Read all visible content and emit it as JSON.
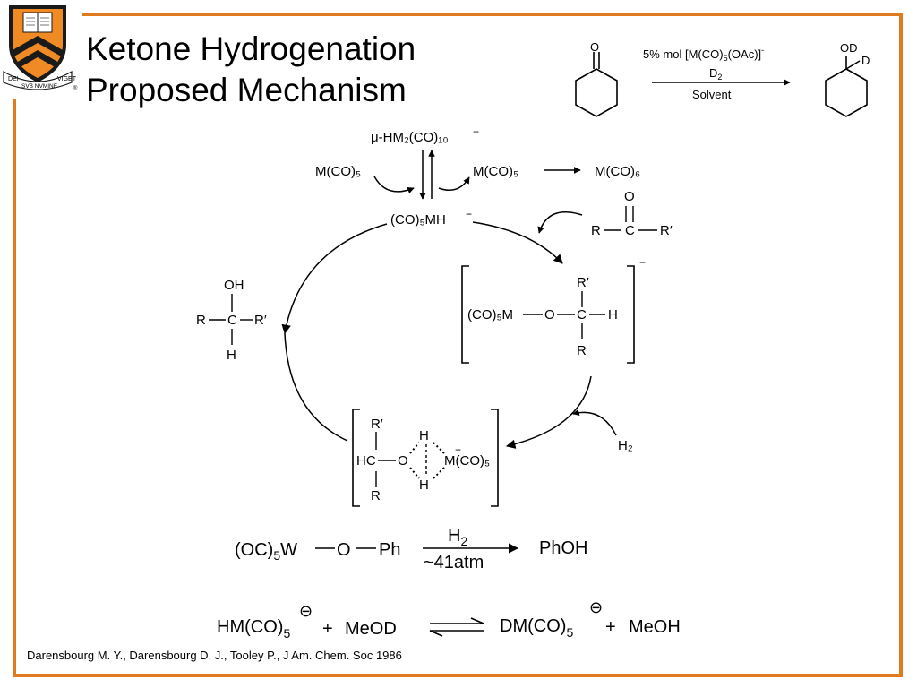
{
  "slide": {
    "title_line1": "Ketone Hydrogenation",
    "title_line2": "Proposed Mechanism",
    "citation": "Darensbourg M. Y., Darensbourg D. J., Tooley P., J Am. Chem. Soc 1986",
    "accent_color": "#e07a1f",
    "logo_color": "#f08a24"
  },
  "logo": {
    "banner_left": "DEI",
    "banner_center": "SVB NVMINE",
    "banner_right": "VIGET",
    "registered": "®",
    "book_text": "VET NOV TESTAMENTVM"
  },
  "top_reaction": {
    "reactant_label": "O",
    "reagent_text": "5% mol [M(CO)",
    "reagent_sub": "5",
    "reagent_end": "(OAc)]",
    "reagent_sup": "-",
    "d2_text": "D",
    "d2_sub": "2",
    "solvent": "Solvent",
    "product_od": "OD",
    "product_d": "D"
  },
  "cycle": {
    "dimer": "μ-HM₂(CO)₁₀",
    "dimer_charge": "−",
    "m_co5_left": "M(CO)₅",
    "m_co5_right": "M(CO)₅",
    "m_co6": "M(CO)₆",
    "hydride": "(CO)₅MH",
    "hydride_charge": "−",
    "ketone_o": "O",
    "ketone_r": "R",
    "ketone_c": "C",
    "ketone_rp": "R′",
    "alcohol_oh": "OH",
    "alcohol_r": "R",
    "alcohol_c": "C",
    "alcohol_rp": "R′",
    "alcohol_h": "H",
    "alkoxide_rp": "R′",
    "alkoxide_m": "(CO)₅M",
    "alkoxide_o": "O",
    "alkoxide_c": "C",
    "alkoxide_h": "H",
    "alkoxide_r": "R",
    "alkoxide_charge": "−",
    "ts_rp": "R′",
    "ts_hc": "HC",
    "ts_o": "O",
    "ts_h_top": "H",
    "ts_h_bottom": "H",
    "ts_m": "M(CO)₅",
    "ts_minus": "−",
    "ts_r": "R",
    "h2": "H₂"
  },
  "reaction2": {
    "reactant_pre": "(OC)",
    "reactant_sub": "5",
    "reactant_w": "W",
    "reactant_o": "O",
    "reactant_ph": "Ph",
    "above_arrow": "H",
    "above_sub": "2",
    "below_arrow": "~41atm",
    "product": "PhOH"
  },
  "reaction3": {
    "left_species": "HM(CO)",
    "left_sub": "5",
    "plus1": "+",
    "meod": "MeOD",
    "right_species": "DM(CO)",
    "right_sub": "5",
    "plus2": "+",
    "meoh": "MeOH",
    "charge_symbol": "⊖"
  }
}
